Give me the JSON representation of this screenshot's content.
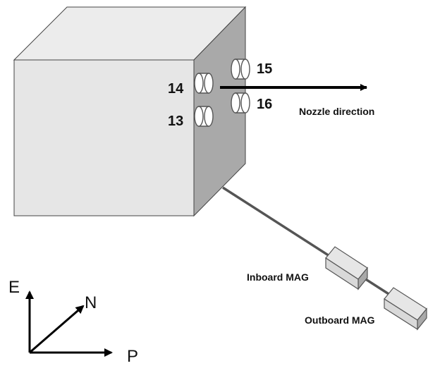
{
  "thrusters": {
    "t13": "13",
    "t14": "14",
    "t15": "15",
    "t16": "16"
  },
  "labels": {
    "nozzle_direction": "Nozzle direction",
    "inboard_mag": "Inboard MAG",
    "outboard_mag": "Outboard MAG"
  },
  "axes": {
    "e": "E",
    "n": "N",
    "p": "P"
  },
  "colors": {
    "front_face": "#e7e7e7",
    "top_face": "#ececec",
    "side_face": "#a8a8a8",
    "edge": "#444444",
    "arrow": "#000000"
  }
}
